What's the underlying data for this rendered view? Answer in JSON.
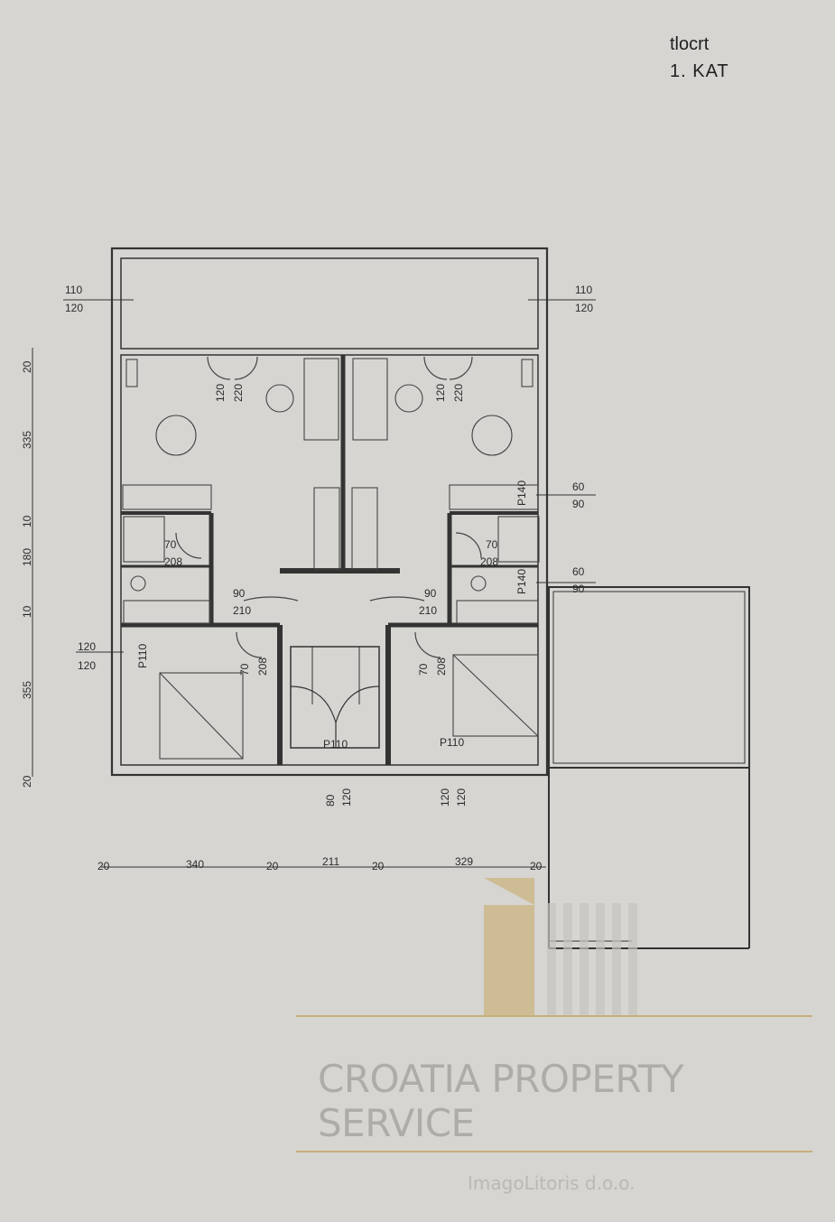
{
  "title": {
    "line1": "tlocrt",
    "line2": "1. KAT"
  },
  "balcony_dims": {
    "left_top": "110",
    "left_bottom": "120",
    "right_top": "110",
    "right_bottom": "120"
  },
  "door_labels": {
    "upper_left_a": "120",
    "upper_left_b": "220",
    "upper_right_a": "120",
    "upper_right_b": "220",
    "bath_left_a": "70",
    "bath_left_b": "208",
    "bath_right_a": "70",
    "bath_right_b": "208",
    "hall_left_a": "90",
    "hall_left_b": "210",
    "hall_right_a": "90",
    "hall_right_b": "210",
    "bed_left_a": "70",
    "bed_left_b": "208",
    "bed_right_a": "70",
    "bed_right_b": "208"
  },
  "window_labels": {
    "kitchen_right_a": "60",
    "kitchen_right_b": "90",
    "wc_right_a": "60",
    "wc_right_b": "90",
    "bed_left_a": "120",
    "bed_left_b": "120",
    "stair_a": "80",
    "stair_b": "120",
    "bed_right_a": "120",
    "bed_right_b": "120"
  },
  "parapet_labels": {
    "bed_left": "P110",
    "stair": "P110",
    "bed_right": "P110",
    "kitchen_right": "P140",
    "wc_right": "P140"
  },
  "vertical_dims": [
    "20",
    "335",
    "10",
    "180",
    "10",
    "355",
    "20"
  ],
  "horizontal_dims": [
    "20",
    "340",
    "20",
    "211",
    "20",
    "329",
    "20"
  ],
  "watermark": {
    "company": "CROATIA PROPERTY SERVICE",
    "subtitle": "ImagoLitoris d.o.o."
  }
}
